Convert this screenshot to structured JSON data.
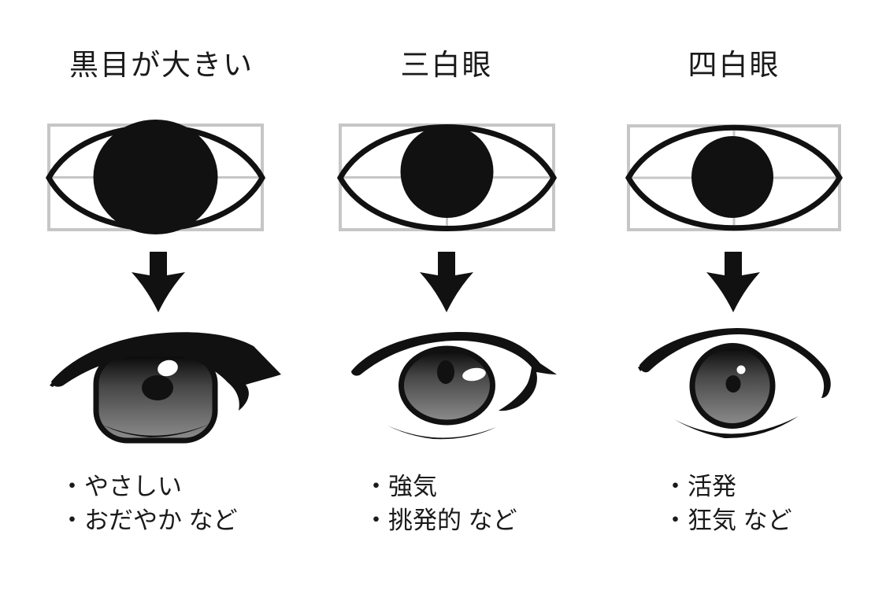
{
  "ui": {
    "bullet": "・"
  },
  "colors": {
    "background": "#ffffff",
    "ink": "#111111",
    "guide_gray": "#c6c6c6",
    "iris_top": "#060606",
    "iris_mid": "#474747",
    "iris_bottom": "#8d8d8d",
    "highlight": "#ffffff",
    "text": "#1a1a1a"
  },
  "columns": [
    {
      "title": "黒目が大きい",
      "eye_type": "large-iris",
      "traits": [
        "やさしい",
        "おだやか など"
      ]
    },
    {
      "title": "三白眼",
      "eye_type": "sanpaku",
      "traits": [
        "強気",
        "挑発的 など"
      ]
    },
    {
      "title": "四白眼",
      "eye_type": "shihaku",
      "traits": [
        "活発",
        "狂気 など"
      ]
    }
  ],
  "icons": {
    "arrow": "down-arrow"
  }
}
